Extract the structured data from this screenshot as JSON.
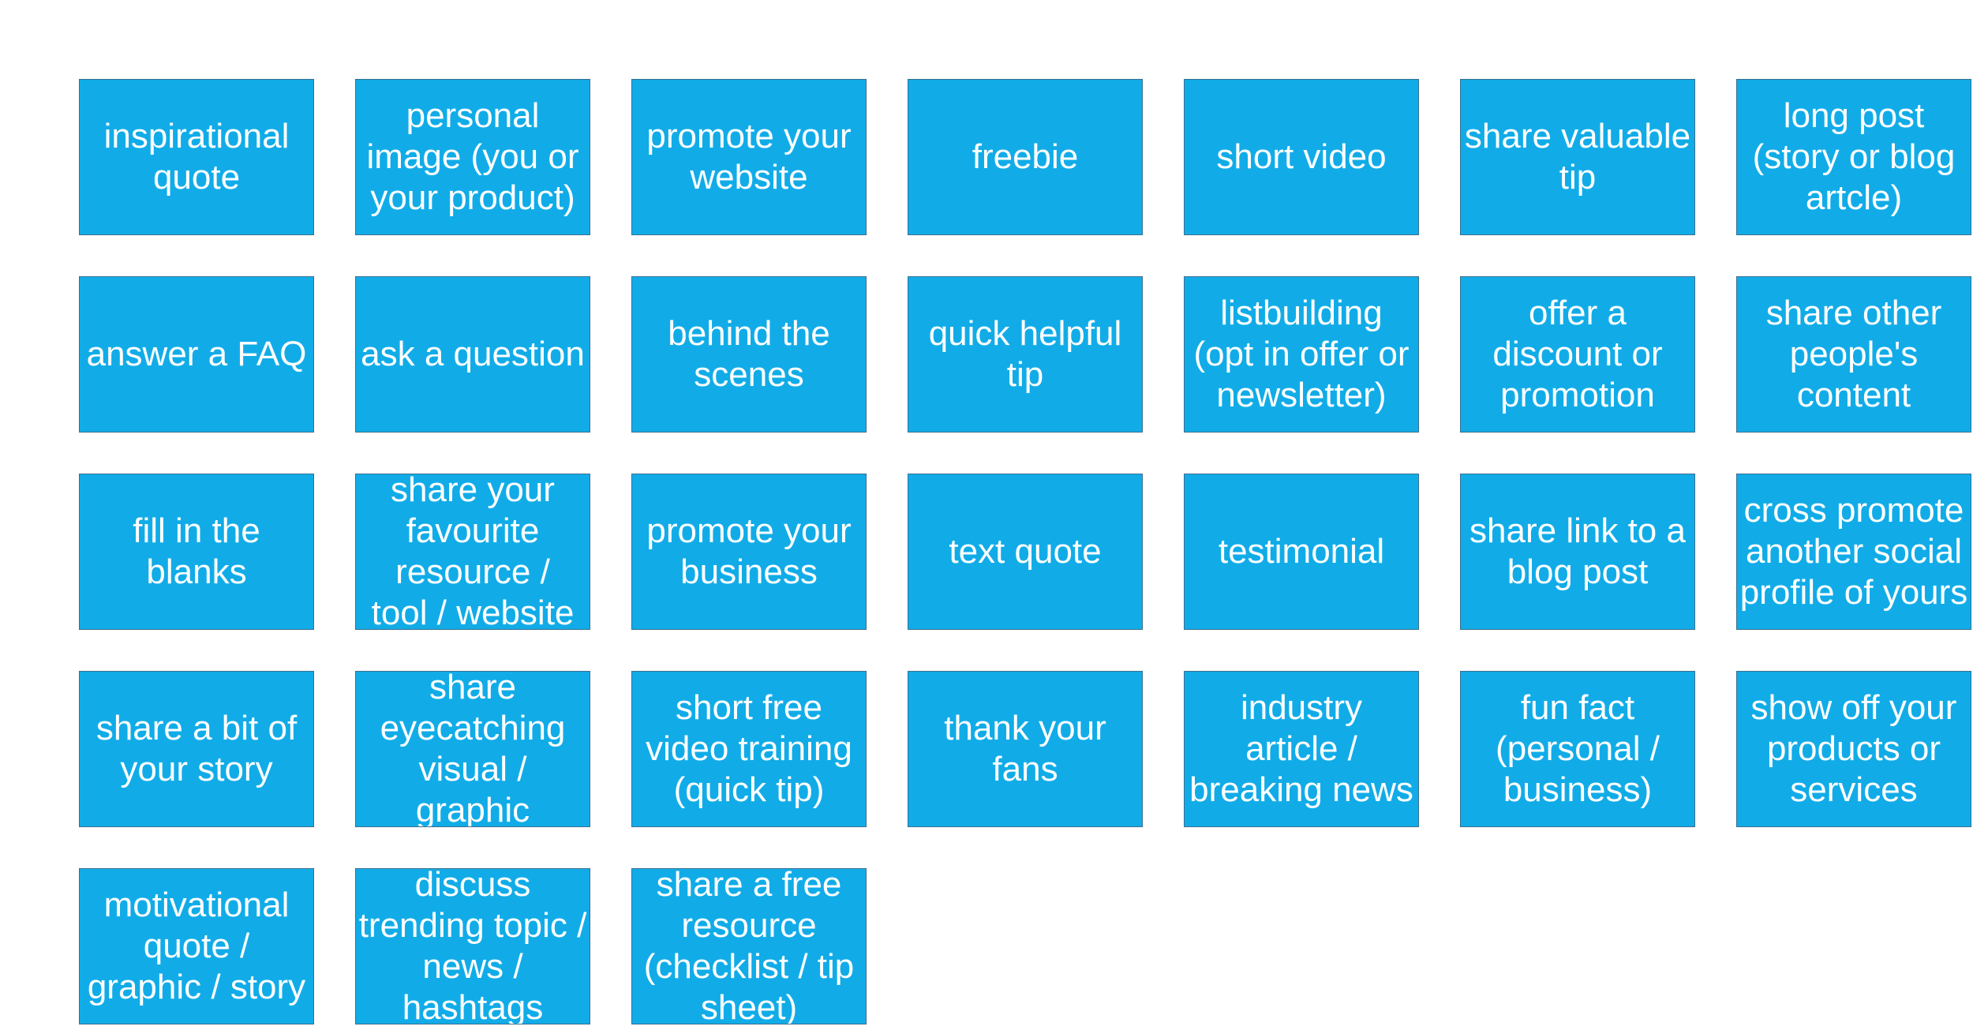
{
  "colors": {
    "tile_background": "#11ace8",
    "tile_text": "#ffffff",
    "tile_border": "#3a6f8f",
    "page_background": "#ffffff"
  },
  "tiles": [
    [
      "inspirational",
      "quote"
    ],
    [
      "personal",
      "image (you or",
      "your product)"
    ],
    [
      "promote your",
      "website"
    ],
    [
      "freebie"
    ],
    [
      "short video"
    ],
    [
      "share valuable",
      "tip"
    ],
    [
      "long post",
      "(story or blog",
      "artcle)"
    ],
    [
      "answer a FAQ"
    ],
    [
      "ask a question"
    ],
    [
      "behind the",
      "scenes"
    ],
    [
      "quick helpful",
      "tip"
    ],
    [
      "listbuilding",
      "(opt in offer or",
      "newsletter)"
    ],
    [
      "offer a",
      "discount or",
      "promotion"
    ],
    [
      "share other",
      "people's",
      "content"
    ],
    [
      "fill in the",
      "blanks"
    ],
    [
      "share your",
      "favourite",
      "resource /",
      "tool / website"
    ],
    [
      "promote your",
      "business"
    ],
    [
      "text quote"
    ],
    [
      "testimonial"
    ],
    [
      "share link to a",
      "blog post"
    ],
    [
      "cross promote",
      "another social",
      "profile of yours"
    ],
    [
      "share a bit of",
      "your story"
    ],
    [
      "share",
      "eyecatching",
      "visual /",
      "graphic"
    ],
    [
      "short free",
      "video training",
      "(quick tip)"
    ],
    [
      "thank your",
      "fans"
    ],
    [
      "industry",
      "article /",
      "breaking news"
    ],
    [
      "fun fact",
      "(personal /",
      "business)"
    ],
    [
      "show off your",
      "products or",
      "services"
    ],
    [
      "motivational",
      "quote /",
      "graphic / story"
    ],
    [
      "discuss",
      "trending topic /",
      "news /",
      "hashtags"
    ],
    [
      "share a free",
      "resource",
      "(checklist / tip",
      "sheet)"
    ]
  ]
}
